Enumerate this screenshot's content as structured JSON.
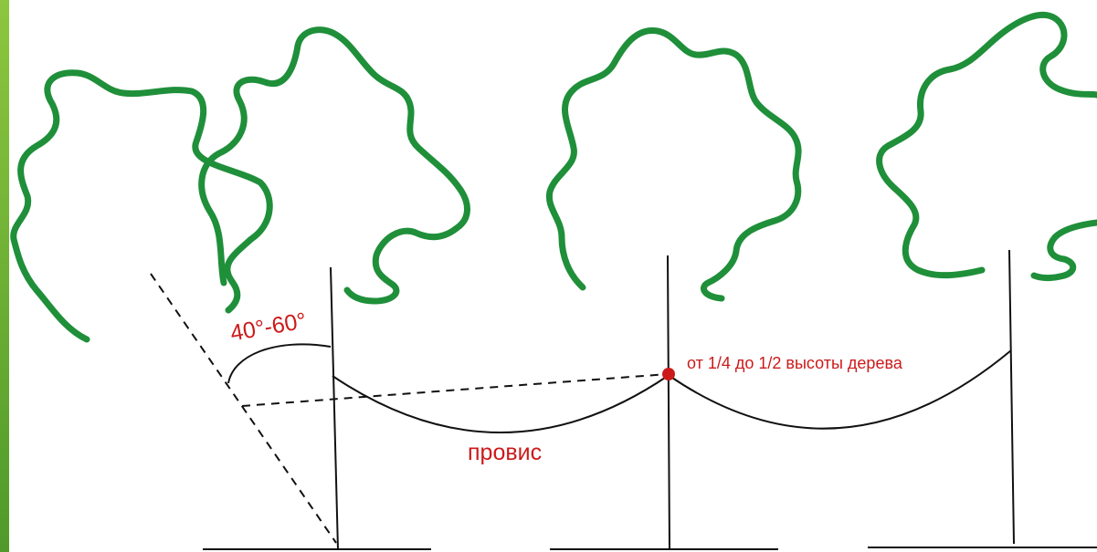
{
  "colors": {
    "crown": "#1f8f3a",
    "lines": "#111111",
    "labels": "#cc1a1a",
    "side_bar": "#8dc63f"
  },
  "labels": {
    "angle": "40°-60°",
    "height": "от 1/4 до 1/2 высоты дерева",
    "sag": "провис"
  }
}
